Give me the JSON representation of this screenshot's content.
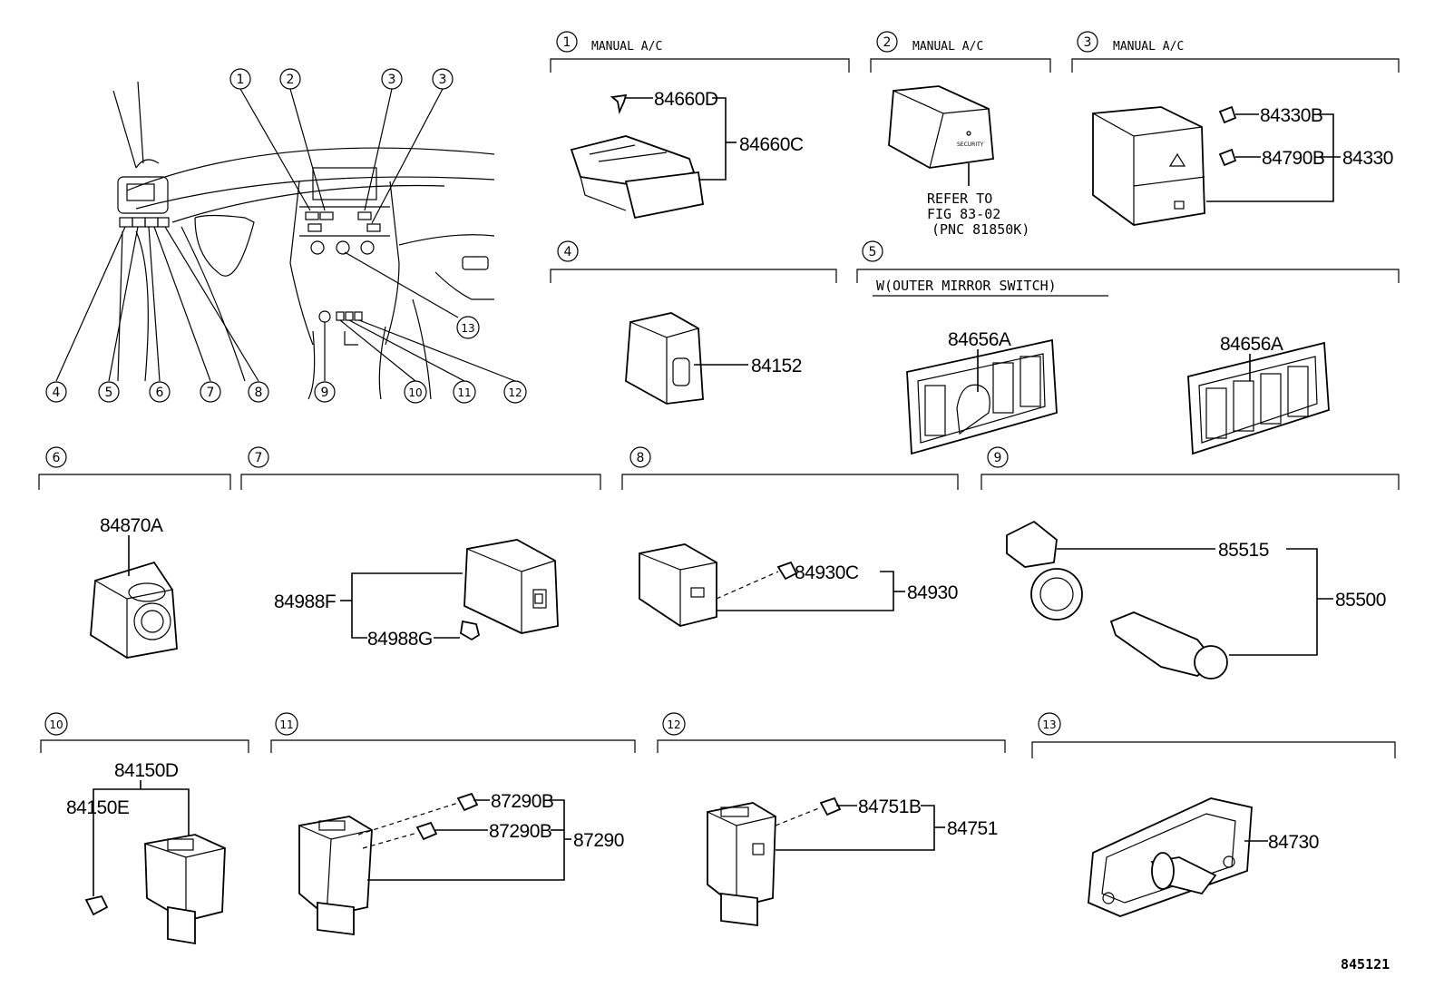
{
  "sections": [
    {
      "num": "1",
      "label": "MANUAL A/C"
    },
    {
      "num": "2",
      "label": "MANUAL A/C"
    },
    {
      "num": "3",
      "label": "MANUAL A/C"
    },
    {
      "num": "4",
      "label": ""
    },
    {
      "num": "5",
      "label": ""
    },
    {
      "num": "6",
      "label": ""
    },
    {
      "num": "7",
      "label": ""
    },
    {
      "num": "8",
      "label": ""
    },
    {
      "num": "9",
      "label": ""
    },
    {
      "num": "10",
      "label": ""
    },
    {
      "num": "11",
      "label": ""
    },
    {
      "num": "12",
      "label": ""
    },
    {
      "num": "13",
      "label": ""
    }
  ],
  "overview_callouts": [
    "1",
    "2",
    "3",
    "3",
    "4",
    "5",
    "6",
    "7",
    "8",
    "9",
    "10",
    "11",
    "12",
    "13"
  ],
  "section5_note": "W(OUTER MIRROR SWITCH)",
  "refer_note": [
    "REFER TO",
    "FIG 83-02",
    "(PNC 81850K)"
  ],
  "part_numbers": {
    "s1": [
      "84660D",
      "84660C"
    ],
    "s3": [
      "84330B",
      "84790B",
      "84330"
    ],
    "s4": [
      "84152"
    ],
    "s5": [
      "84656A",
      "84656A"
    ],
    "s6": [
      "84870A"
    ],
    "s7": [
      "84988F",
      "84988G"
    ],
    "s8": [
      "84930C",
      "84930"
    ],
    "s9": [
      "85515",
      "85500"
    ],
    "s10": [
      "84150D",
      "84150E"
    ],
    "s11": [
      "87290B",
      "87290B",
      "87290"
    ],
    "s12": [
      "84751B",
      "84751"
    ],
    "s13": [
      "84730"
    ]
  },
  "figure_id": "845121"
}
